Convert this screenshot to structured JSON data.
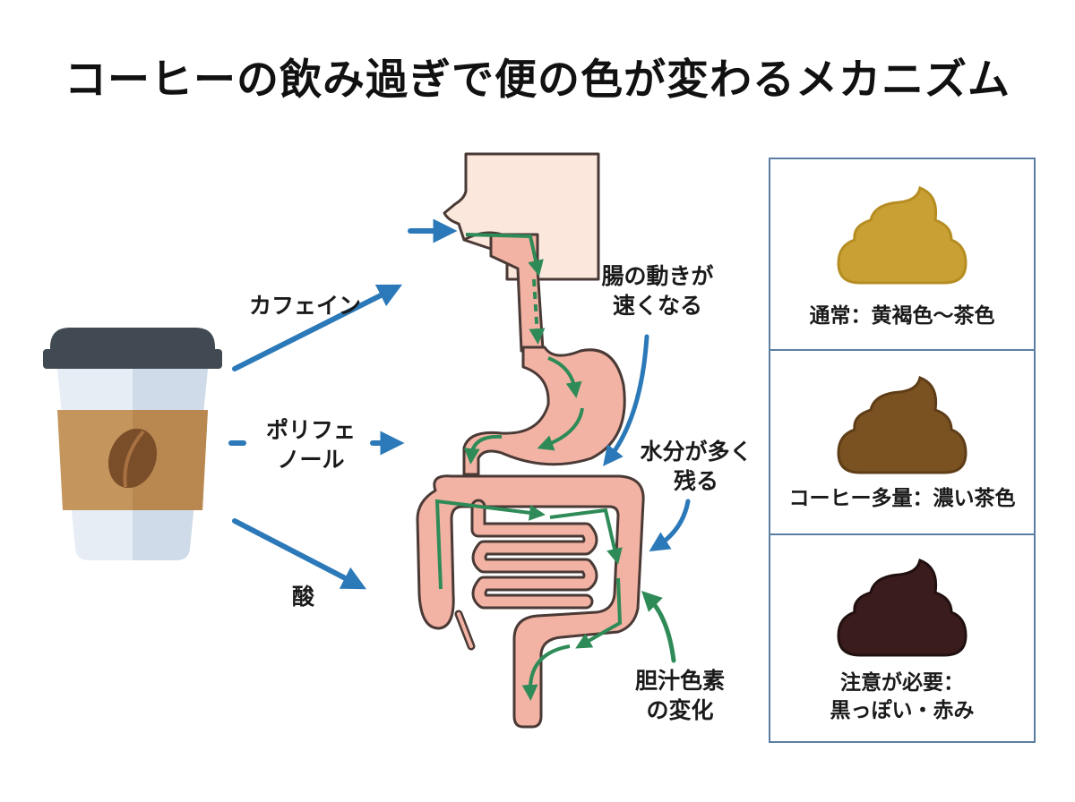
{
  "title": "コーヒーの飲み過ぎで便の色が変わるメカニズム",
  "causes": [
    {
      "id": "caffeine",
      "lines": [
        "カフェイン"
      ]
    },
    {
      "id": "polyphenol",
      "lines": [
        "ポリフェ",
        "ノール"
      ]
    },
    {
      "id": "acid",
      "lines": [
        "酸"
      ]
    }
  ],
  "effects": [
    {
      "id": "motility",
      "lines": [
        "腸の動きが",
        "速くなる"
      ]
    },
    {
      "id": "water",
      "lines": [
        "水分が多く",
        "残る"
      ]
    },
    {
      "id": "bile",
      "lines": [
        "胆汁色素",
        "の変化"
      ]
    }
  ],
  "stool_colors": [
    {
      "id": "normal",
      "caption_lines": [
        "通常：黄褐色〜茶色"
      ],
      "color_light": "#c9a033",
      "color_dark": "#b58d22"
    },
    {
      "id": "coffee",
      "caption_lines": [
        "コーヒー多量：濃い茶色"
      ],
      "color_light": "#7a5222",
      "color_dark": "#5e3d17"
    },
    {
      "id": "warning",
      "caption_lines": [
        "注意が必要：",
        "黒っぽい・赤み"
      ],
      "color_light": "#3a1c1c",
      "color_dark": "#221010"
    }
  ],
  "colors": {
    "accent_blue": "#2b79b8",
    "flow_green": "#2e8b57",
    "organ_fill": "#f3b3a4",
    "organ_stroke": "#4a3a36",
    "face_fill": "#fbe7dc",
    "cup_lid": "#414a52",
    "cup_body": "#e6edf5",
    "cup_sleeve": "#c4965d",
    "coffee_bean": "#7b4e2a",
    "panel_border": "#5b7fa3"
  },
  "icons": [
    "coffee-cup-icon",
    "coffee-bean-icon",
    "digestive-tract-icon",
    "stool-icon",
    "arrow-icon"
  ]
}
